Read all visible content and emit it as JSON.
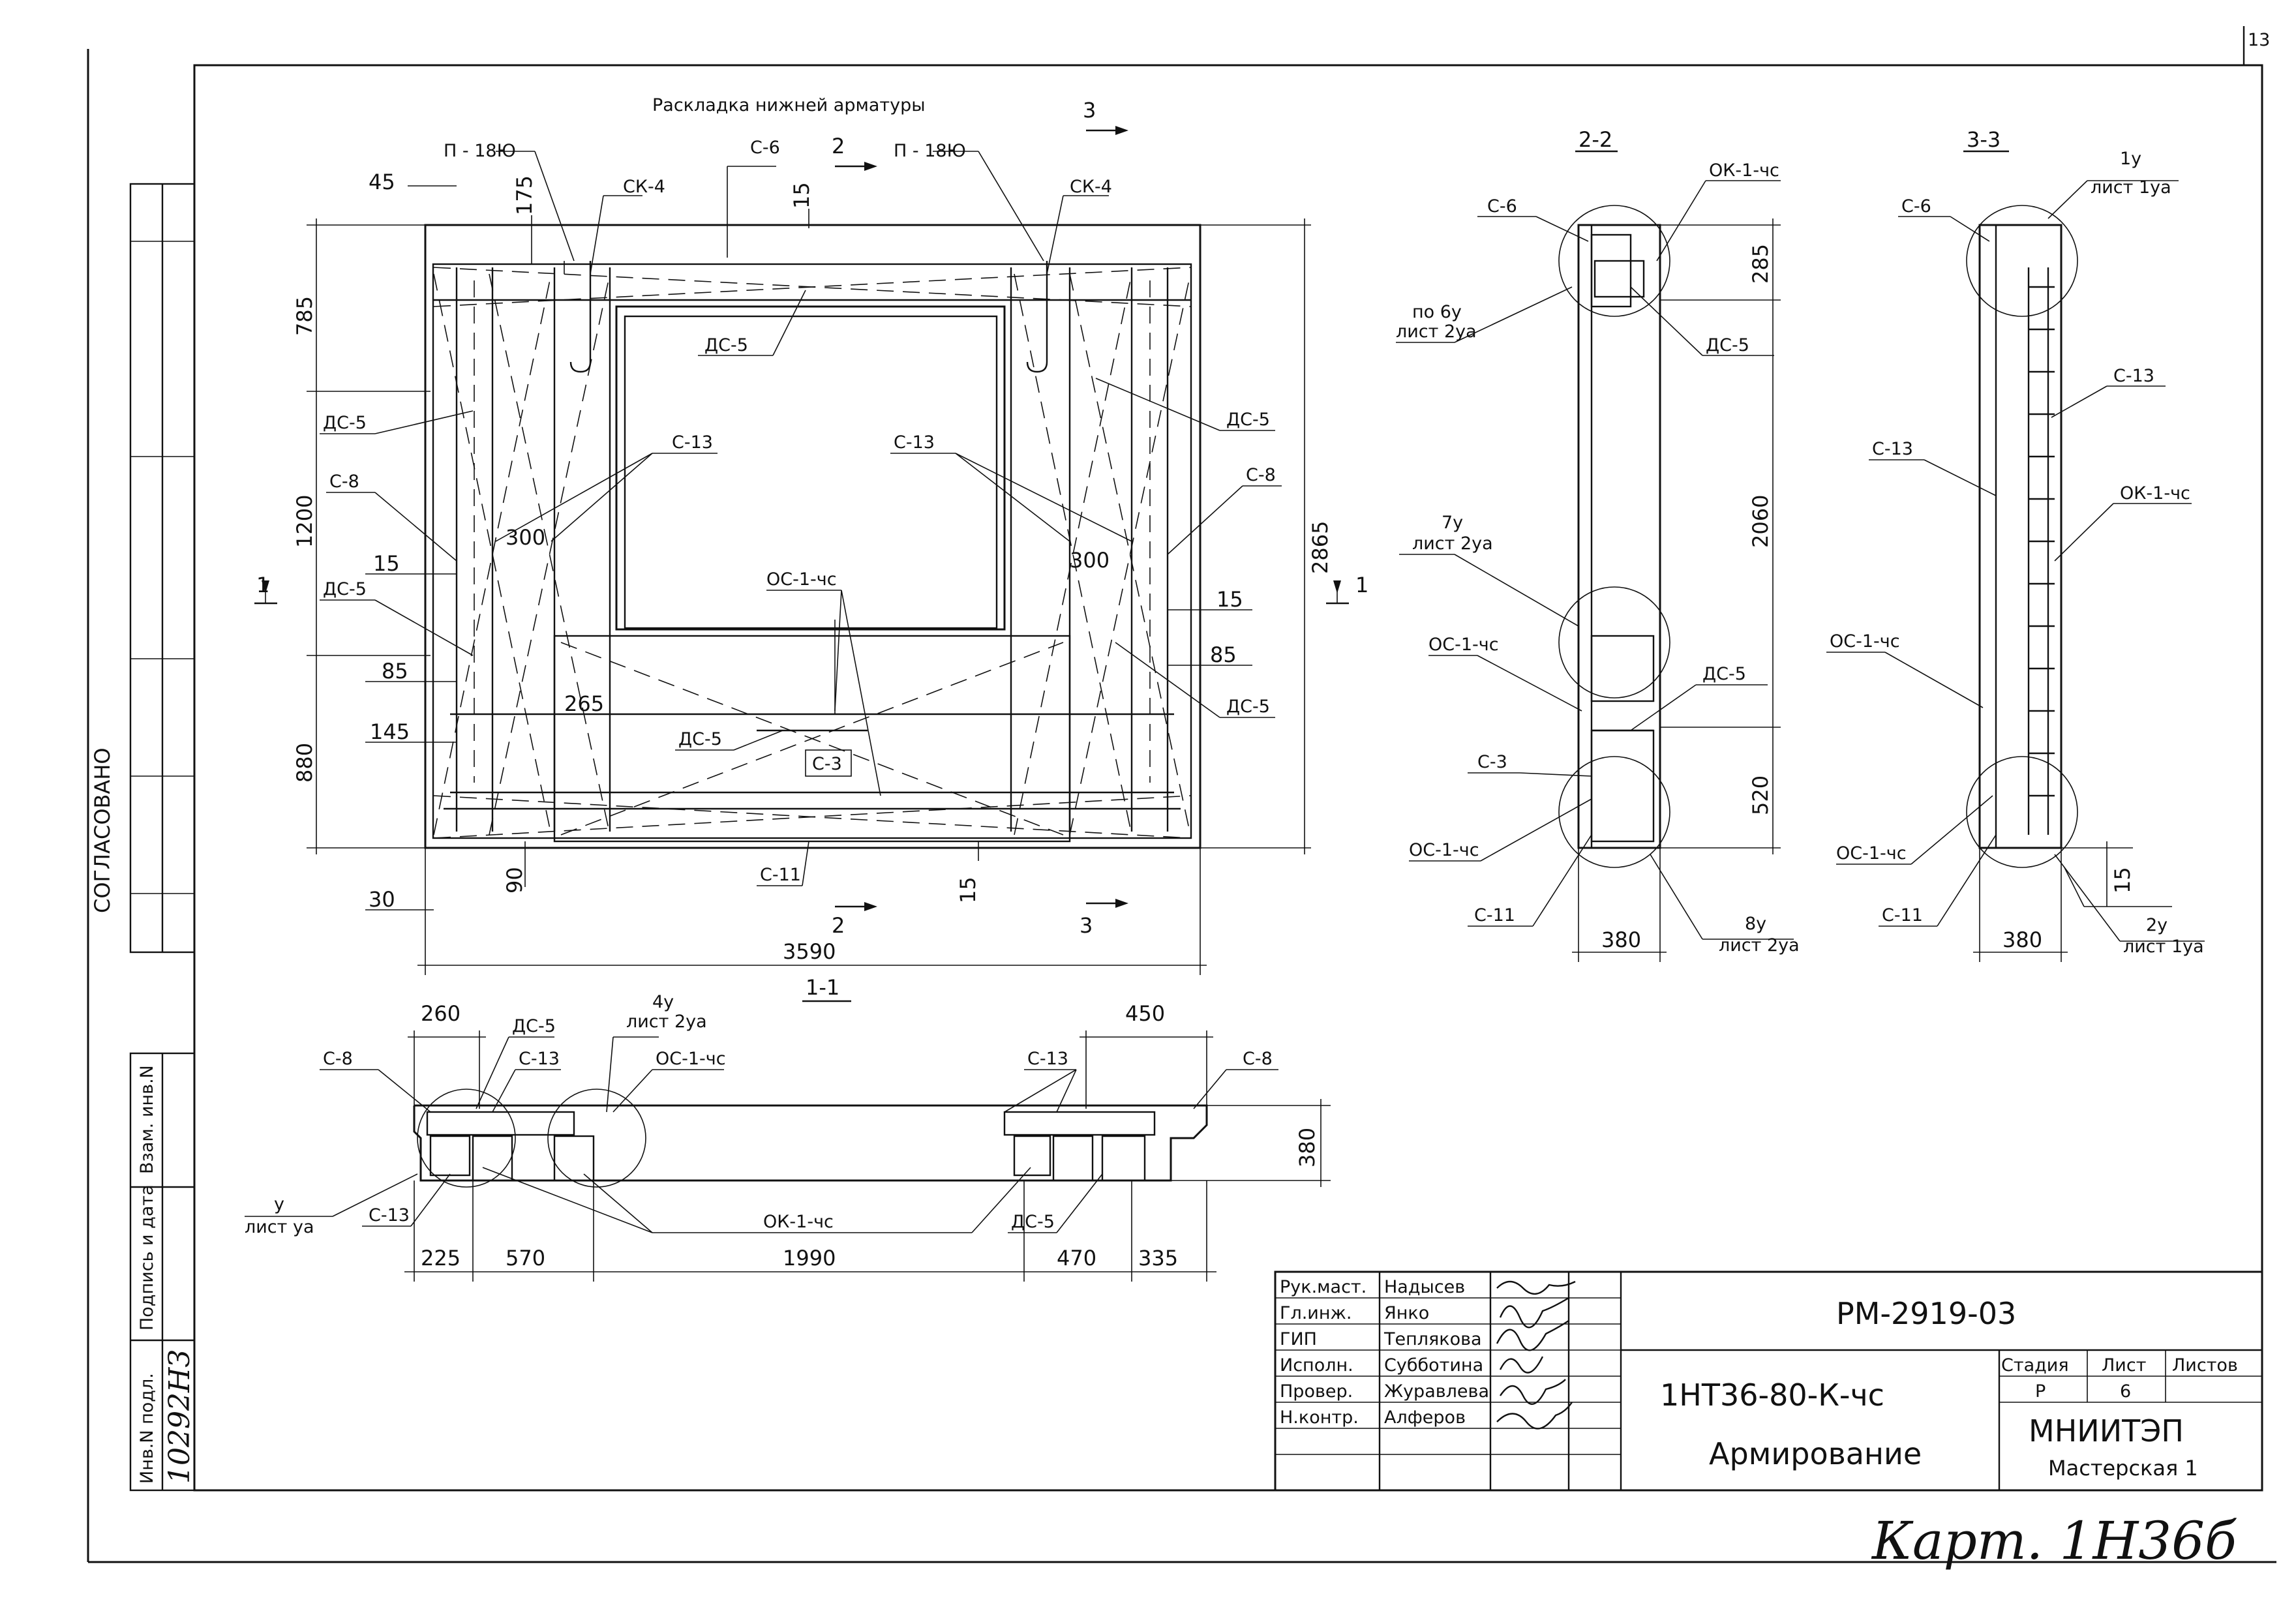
{
  "corner_page_number": "13",
  "side_stamp": {
    "approved": "СОГЛАСОВАНО",
    "col_replace_inv": "Взам. инв.N",
    "col_sign_date": "Подпись и дата",
    "col_inv_orig": "Инв.N подл.",
    "inv_number": "10292НЗ"
  },
  "main_view": {
    "title": "Раскладка нижней арматуры",
    "labels": {
      "p18_left": "П - 18Ю",
      "p18_right": "П - 18Ю",
      "c6_top": "С-6",
      "ck4_left": "СК-4",
      "ck4_right": "СК-4",
      "dc5_top": "ДС-5",
      "dc5_left1": "ДС-5",
      "dc5_left2": "ДС-5",
      "c8_left": "С-8",
      "c13_left": "С-13",
      "c13_right": "С-13",
      "dc5_right1": "ДС-5",
      "c8_right": "С-8",
      "dc5_right2": "ДС-5",
      "oc1_mid": "ОС-1-чс",
      "dc5_mid": "ДС-5",
      "c3_mid": "С-3",
      "c11_bottom": "С-11"
    },
    "dims": {
      "d45": "45",
      "d175": "175",
      "d15_top": "15",
      "d785": "785",
      "d1200": "1200",
      "d880": "880",
      "d2865": "2865",
      "d15_l": "15",
      "d85_l": "85",
      "d145": "145",
      "d15_r": "15",
      "d85_r": "85",
      "d300_l": "300",
      "d300_r": "300",
      "d265": "265",
      "d30": "30",
      "d90": "90",
      "d15_bot": "15",
      "d3590": "3590"
    },
    "section_marks": {
      "s1_left": "1",
      "s1_right": "1",
      "s2_top": "2",
      "s2_bot": "2",
      "s3_top": "3",
      "s3_bot": "3"
    }
  },
  "section_2_2": {
    "title": "2-2",
    "labels": {
      "c6": "С-6",
      "ok1": "ОК-1-чс",
      "po6u": "по 6у",
      "list2ya_a": "лист 2уа",
      "dc5_a": "ДС-5",
      "u7": "7у",
      "list2ya_b": "лист 2уа",
      "oc1_a": "ОС-1-чс",
      "dc5_b": "ДС-5",
      "c3": "С-3",
      "oc1_b": "ОС-1-чс",
      "c11": "С-11",
      "u8": "8у",
      "list2ya_c": "лист 2уа"
    },
    "dims": {
      "d285": "285",
      "d2060": "2060",
      "d520": "520",
      "d380": "380"
    }
  },
  "section_3_3": {
    "title": "3-3",
    "labels": {
      "u1": "1у",
      "list1ya_a": "лист 1уа",
      "c6": "С-6",
      "c13_a": "С-13",
      "c13_b": "С-13",
      "ok1": "ОК-1-чс",
      "oc1_a": "ОС-1-чс",
      "oc1_b": "ОС-1-чс",
      "c11": "С-11",
      "u2": "2у",
      "list1ya_b": "лист 1уа"
    },
    "dims": {
      "d15": "15",
      "d380": "380"
    }
  },
  "section_1_1": {
    "title": "1-1",
    "labels": {
      "dc5_a": "ДС-5",
      "u4": "4у",
      "list2ya": "лист 2уа",
      "c8_l": "С-8",
      "c13_a": "С-13",
      "oc1": "ОС-1-чс",
      "c13_b": "С-13",
      "c8_r": "С-8",
      "u": "у",
      "list_ya": "лист уа",
      "c13_c": "С-13",
      "ok1": "ОК-1-чс",
      "dc5_b": "ДС-5"
    },
    "dims": {
      "d260": "260",
      "d450": "450",
      "d380": "380",
      "d225": "225",
      "d570": "570",
      "d1990": "1990",
      "d470": "470",
      "d335": "335"
    }
  },
  "title_block": {
    "doc_code": "РМ-2919-03",
    "product": "1НТ36-80-К-чс",
    "sheet_title": "Армирование",
    "stage_head": "Стадия",
    "sheet_head": "Лист",
    "sheets_head": "Листов",
    "stage": "Р",
    "sheet": "6",
    "org": "МНИИТЭП",
    "workshop": "Мастерская 1",
    "people": [
      {
        "role": "Рук.маст.",
        "name": "Надысев"
      },
      {
        "role": "Гл.инж.",
        "name": "Янко"
      },
      {
        "role": "ГИП",
        "name": "Теплякова"
      },
      {
        "role": "Исполн.",
        "name": "Субботина"
      },
      {
        "role": "Провер.",
        "name": "Журавлева"
      },
      {
        "role": "Н.контр.",
        "name": "Алферов"
      }
    ]
  },
  "handwritten_note": "Карт. 1Н36б"
}
